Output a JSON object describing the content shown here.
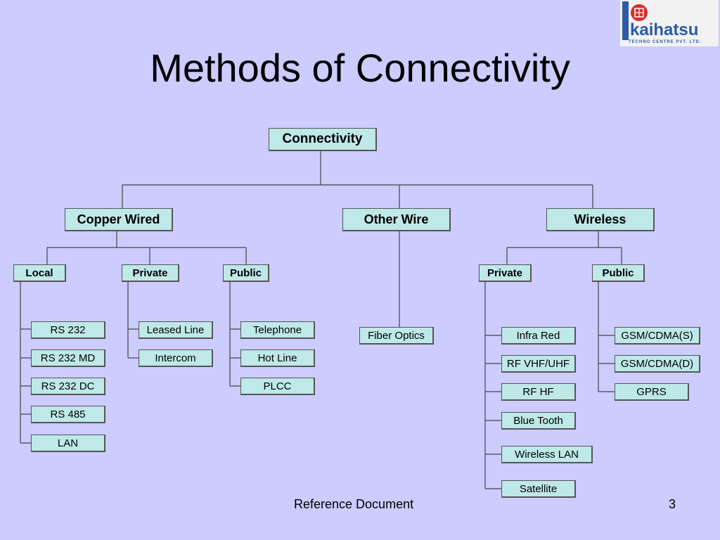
{
  "slide": {
    "title": "Methods of Connectivity",
    "footer_text": "Reference Document",
    "page_number": "3"
  },
  "logo": {
    "brand": "kaihatsu",
    "tagline": "TECHNO CENTRE PVT. LTD.",
    "colors": {
      "blue": "#2d5aa8",
      "red": "#e02a2a"
    }
  },
  "colors": {
    "background": "#ccccff",
    "box_fill": "#bfe8e8",
    "box_border": "#555555",
    "line": "#444444"
  },
  "tree": {
    "root": "Connectivity",
    "categories": {
      "copper": "Copper Wired",
      "other": "Other Wire",
      "wireless": "Wireless"
    },
    "copper_groups": {
      "local": "Local",
      "private": "Private",
      "public": "Public"
    },
    "wireless_groups": {
      "private": "Private",
      "public": "Public"
    },
    "copper_local": [
      "RS 232",
      "RS 232 MD",
      "RS 232 DC",
      "RS 485",
      "LAN"
    ],
    "copper_private": [
      "Leased Line",
      "Intercom"
    ],
    "copper_public": [
      "Telephone",
      "Hot Line",
      "PLCC"
    ],
    "other_items": [
      "Fiber Optics"
    ],
    "wireless_private": [
      "Infra Red",
      "RF VHF/UHF",
      "RF HF",
      "Blue Tooth",
      "Wireless LAN",
      "Satellite"
    ],
    "wireless_public": [
      "GSM/CDMA(S)",
      "GSM/CDMA(D)",
      "GPRS"
    ]
  }
}
